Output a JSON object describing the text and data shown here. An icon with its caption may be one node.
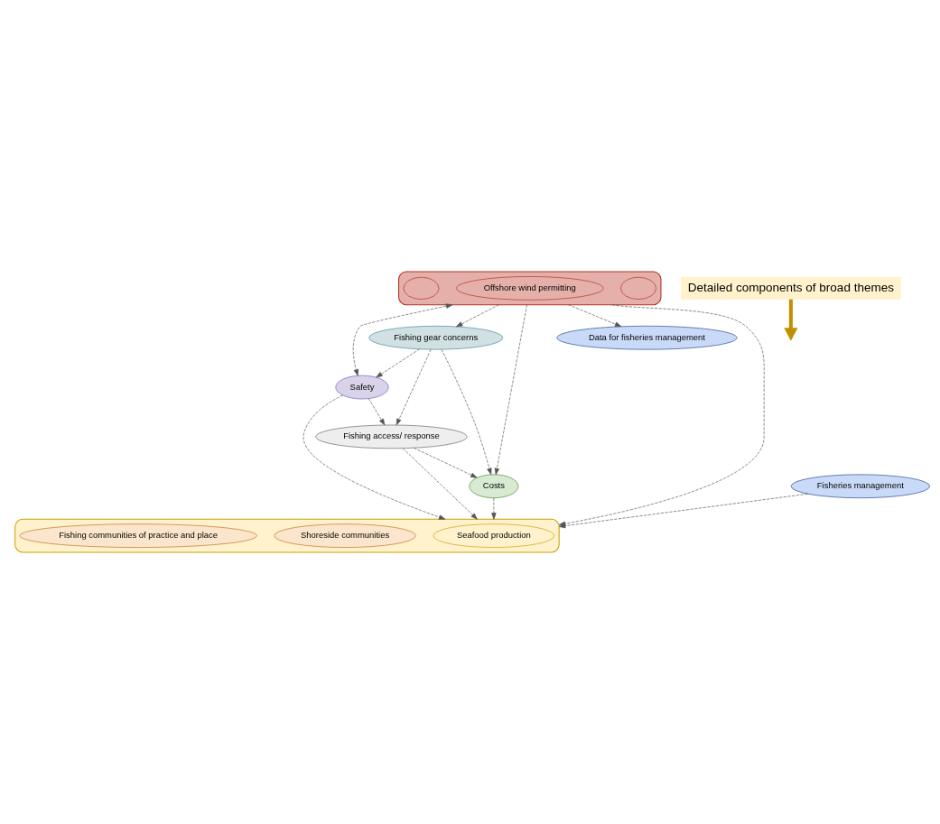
{
  "diagram": {
    "nodes": [
      {
        "text": [
          "Fishing gear concerns"
        ]
      },
      {
        "text": [
          "Safety"
        ]
      },
      {
        "text": [
          "Costs"
        ]
      },
      {
        "text": [
          "Fishing access/ response"
        ]
      },
      {
        "text": [],
        "shape": "ellipse"
      },
      {
        "text": [],
        "shape": "ellipse",
        "in": 4
      },
      {
        "text": [
          "Offshore wind permitting"
        ],
        "in": 4
      },
      {
        "text": [],
        "shape": "ellipse",
        "in": 4
      },
      {
        "text": [
          "Data for fisheries management"
        ]
      },
      {
        "text": [
          "Fisheries management"
        ]
      },
      {
        "text": [
          "Detailed components of broad themes"
        ]
      },
      {
        "text": [],
        "shape": "ellipse"
      },
      {
        "text": [
          "Seafood production"
        ],
        "in": 11
      },
      {
        "text": [
          "Shoreside communities"
        ],
        "in": 11
      },
      {
        "text": [
          "Fishing communities of practice and place"
        ],
        "in": 11
      }
    ],
    "edges": [
      {
        "from": 4,
        "to": 0,
        "arrow": "to",
        "style": "dashed"
      },
      {
        "from": 0,
        "to": 1,
        "arrow": "to",
        "style": "dashed"
      },
      {
        "from": 0,
        "to": 2,
        "arrow": "to",
        "style": "dashed"
      },
      {
        "from": 0,
        "to": 3,
        "arrow": "to",
        "style": "dashed"
      },
      {
        "from": 4,
        "to": 1,
        "arrow": "both",
        "style": "dashed"
      },
      {
        "from": 4,
        "to": 2,
        "arrow": "to",
        "style": "dashed"
      },
      {
        "from": 1,
        "to": 3,
        "arrow": "to",
        "style": "dashed"
      },
      {
        "from": 2,
        "to": 11,
        "arrow": "to",
        "style": "dashed"
      },
      {
        "from": 1,
        "to": 11,
        "arrow": "to",
        "style": "dashed"
      },
      {
        "from": 3,
        "to": 2,
        "arrow": "to",
        "style": "dashed"
      },
      {
        "from": 3,
        "to": 11,
        "arrow": "to",
        "style": "dashed"
      },
      {
        "from": 9,
        "to": 11,
        "arrow": "to",
        "style": "dashed"
      },
      {
        "from": 4,
        "to": 8,
        "arrow": "to",
        "style": "dashed"
      },
      {
        "from": 4,
        "to": 11,
        "arrow": "to",
        "style": "dashed"
      },
      {
        "from": 10,
        "to": null,
        "arrow": "to",
        "style": "thick",
        "color": "#c09000"
      }
    ]
  }
}
